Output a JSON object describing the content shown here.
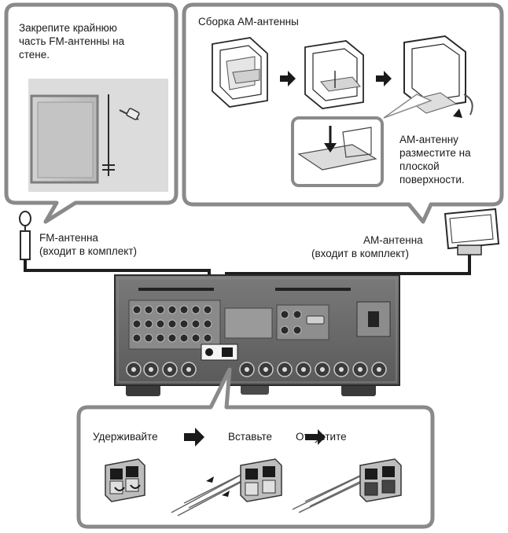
{
  "fm_panel": {
    "line1": "Закрепите крайнюю",
    "line2": "часть FM-антенны на",
    "line3": "стене."
  },
  "am_panel": {
    "title": "Сборка АМ-антенны",
    "note_line1": "АМ-антенну",
    "note_line2": "разместите на",
    "note_line3": "плоской",
    "note_line4": "поверхности."
  },
  "fm_antenna": {
    "line1": "FM-антенна",
    "line2": "(входит в комплект)"
  },
  "am_antenna": {
    "line1": "АМ-антенна",
    "line2": "(входит в комплект)"
  },
  "connect_panel": {
    "step1": "Удерживайте",
    "step2": "Вставьте",
    "step3": "Отпустите"
  },
  "colors": {
    "bubble_border": "#8a8a8a",
    "receiver_body": "#6b6b6b",
    "receiver_dark": "#3a3a3a",
    "cable": "#1e1e1e",
    "arrow": "#1a1a1a"
  }
}
